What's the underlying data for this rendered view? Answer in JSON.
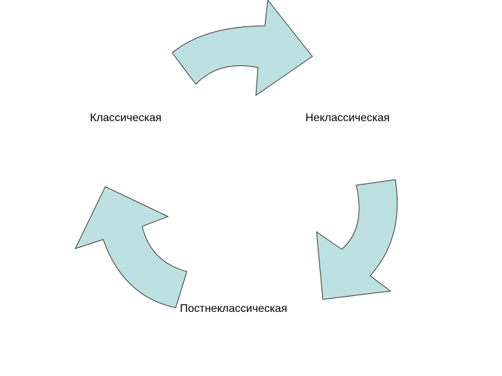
{
  "diagram": {
    "stages": [
      {
        "id": "classical",
        "label": "Классическая"
      },
      {
        "id": "nonclassical",
        "label": "Неклассическая"
      },
      {
        "id": "postnonclassical",
        "label": "Постнеклассическая"
      }
    ],
    "transitions": [
      {
        "from": "classical",
        "to": "nonclassical"
      },
      {
        "from": "nonclassical",
        "to": "postnonclassical"
      },
      {
        "from": "postnonclassical",
        "to": "classical"
      }
    ],
    "arrow_fill": "#bde0e2",
    "arrow_stroke": "#333333"
  }
}
